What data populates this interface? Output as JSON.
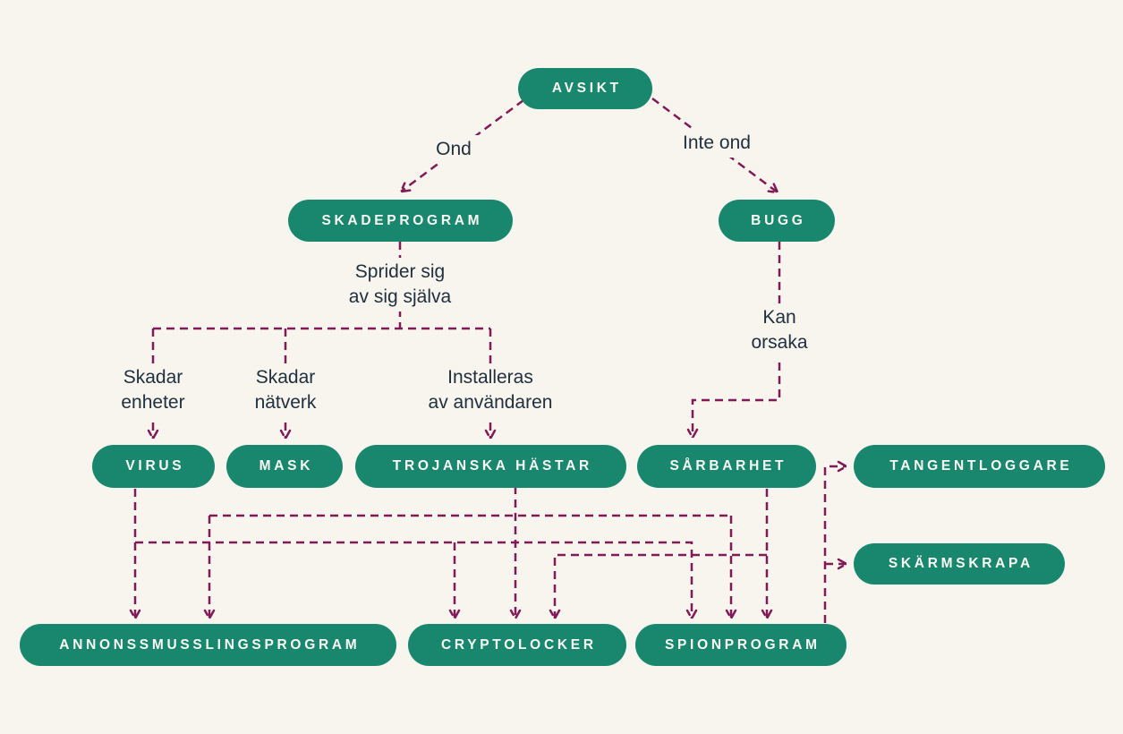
{
  "diagram": {
    "language": "Swedish",
    "colors": {
      "background": "#f7f5ee",
      "node_fill": "#18876d",
      "node_text": "#fbfaf4",
      "connector": "#801b57",
      "label_text": "#20303f"
    },
    "nodes": [
      {
        "id": "avsikt",
        "label": "AVSIKT"
      },
      {
        "id": "skadeprogram",
        "label": "SKADEPROGRAM"
      },
      {
        "id": "bugg",
        "label": "BUGG"
      },
      {
        "id": "virus",
        "label": "VIRUS"
      },
      {
        "id": "mask",
        "label": "MASK"
      },
      {
        "id": "trojanska-hastar",
        "label": "TROJANSKA HÄSTAR"
      },
      {
        "id": "sarbarhet",
        "label": "SÅRBARHET"
      },
      {
        "id": "tangentloggare",
        "label": "TANGENTLOGGARE"
      },
      {
        "id": "skarmskrapa",
        "label": "SKÄRMSKRAPA"
      },
      {
        "id": "annonssmusslingsprogram",
        "label": "ANNONSSMUSSLINGSPROGRAM"
      },
      {
        "id": "cryptolocker",
        "label": "CRYPTOLOCKER"
      },
      {
        "id": "spionprogram",
        "label": "SPIONPROGRAM"
      }
    ],
    "edge_labels": [
      {
        "id": "ond",
        "lines": [
          "Ond"
        ]
      },
      {
        "id": "inte-ond",
        "lines": [
          "Inte ond"
        ]
      },
      {
        "id": "sprider-sig",
        "lines": [
          "Sprider sig",
          "av sig själva"
        ]
      },
      {
        "id": "skadar-enheter",
        "lines": [
          "Skadar",
          "enheter"
        ]
      },
      {
        "id": "skadar-natverk",
        "lines": [
          "Skadar",
          "nätverk"
        ]
      },
      {
        "id": "installeras",
        "lines": [
          "Installeras",
          "av användaren"
        ]
      },
      {
        "id": "kan-orsaka",
        "lines": [
          "Kan",
          "orsaka"
        ]
      }
    ],
    "edges": [
      {
        "from": "avsikt",
        "to": "skadeprogram",
        "label": "Ond"
      },
      {
        "from": "avsikt",
        "to": "bugg",
        "label": "Inte ond"
      },
      {
        "from": "skadeprogram",
        "to": "virus",
        "label": "Sprider sig av sig själva / Skadar enheter"
      },
      {
        "from": "skadeprogram",
        "to": "mask",
        "label": "Sprider sig av sig själva / Skadar nätverk"
      },
      {
        "from": "skadeprogram",
        "to": "trojanska-hastar",
        "label": "Sprider sig av sig själva / Installeras av användaren"
      },
      {
        "from": "bugg",
        "to": "sarbarhet",
        "label": "Kan orsaka"
      },
      {
        "from": "virus",
        "to": "annonssmusslingsprogram"
      },
      {
        "from": "virus",
        "to": "cryptolocker"
      },
      {
        "from": "virus",
        "to": "spionprogram"
      },
      {
        "from": "trojanska-hastar",
        "to": "annonssmusslingsprogram"
      },
      {
        "from": "trojanska-hastar",
        "to": "cryptolocker"
      },
      {
        "from": "trojanska-hastar",
        "to": "spionprogram"
      },
      {
        "from": "sarbarhet",
        "to": "cryptolocker"
      },
      {
        "from": "sarbarhet",
        "to": "spionprogram"
      },
      {
        "from": "spionprogram",
        "to": "tangentloggare"
      },
      {
        "from": "spionprogram",
        "to": "skarmskrapa"
      }
    ]
  }
}
